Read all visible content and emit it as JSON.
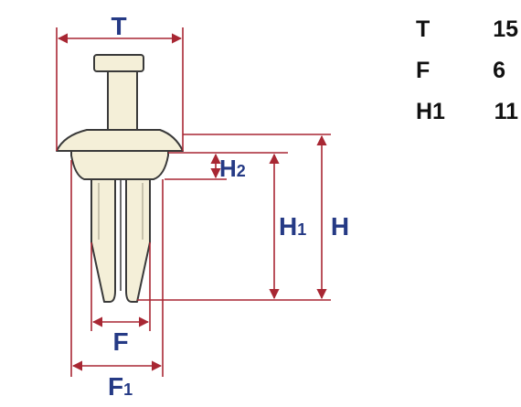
{
  "diagram": {
    "labels": {
      "T": "T",
      "H2_main": "H",
      "H2_sub": "2",
      "H1_main": "H",
      "H1_sub": "1",
      "H": "H",
      "F": "F",
      "F1_main": "F",
      "F1_sub": "1"
    }
  },
  "specs": [
    {
      "key": "T",
      "value": "15"
    },
    {
      "key": "F",
      "value": "6"
    },
    {
      "key": "H1",
      "value": "11"
    }
  ],
  "colors": {
    "dimension_line": "#a82733",
    "label": "#253a85",
    "outline": "#3a3a3a",
    "part_fill": "#f4efd8"
  }
}
